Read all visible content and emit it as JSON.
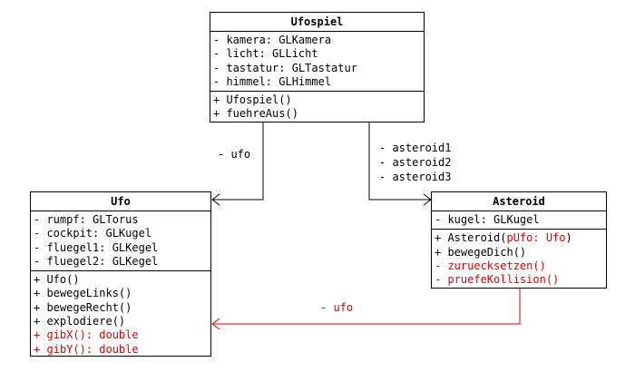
{
  "classes": {
    "ufospiel": {
      "name": "Ufospiel",
      "attributes": [
        "- kamera: GLKamera",
        "- licht: GLLicht",
        "- tastatur: GLTastatur",
        "- himmel: GLHimmel"
      ],
      "methods": [
        "+ Ufospiel()",
        "+ fuehreAus()"
      ]
    },
    "ufo": {
      "name": "Ufo",
      "attributes": [
        "- rumpf: GLTorus",
        "- cockpit: GLKugel",
        "- fluegel1: GLKegel",
        "- fluegel2: GLKegel"
      ],
      "methods": [
        "+ Ufo()",
        "+ bewegeLinks()",
        "+ bewegeRecht()",
        "+ explodiere()",
        "+ gibX(): double",
        "+ gibY(): double"
      ]
    },
    "asteroid": {
      "name": "Asteroid",
      "attributes": [
        "- kugel: GLKugel"
      ],
      "method_asteroid_prefix": "+ Asteroid(",
      "method_asteroid_param": "pUfo: Ufo",
      "method_asteroid_suffix": ")",
      "methods": [
        "+ bewegeDich()",
        "- zuruecksetzen()",
        "- pruefeKollision()"
      ]
    }
  },
  "associations": {
    "ufospiel_ufo": "- ufo",
    "ufospiel_asteroid": [
      "- asteroid1",
      "- asteroid2",
      "- asteroid3"
    ],
    "asteroid_ufo": "- ufo"
  },
  "colors": {
    "highlight": "#e00000",
    "line": "#000000"
  }
}
